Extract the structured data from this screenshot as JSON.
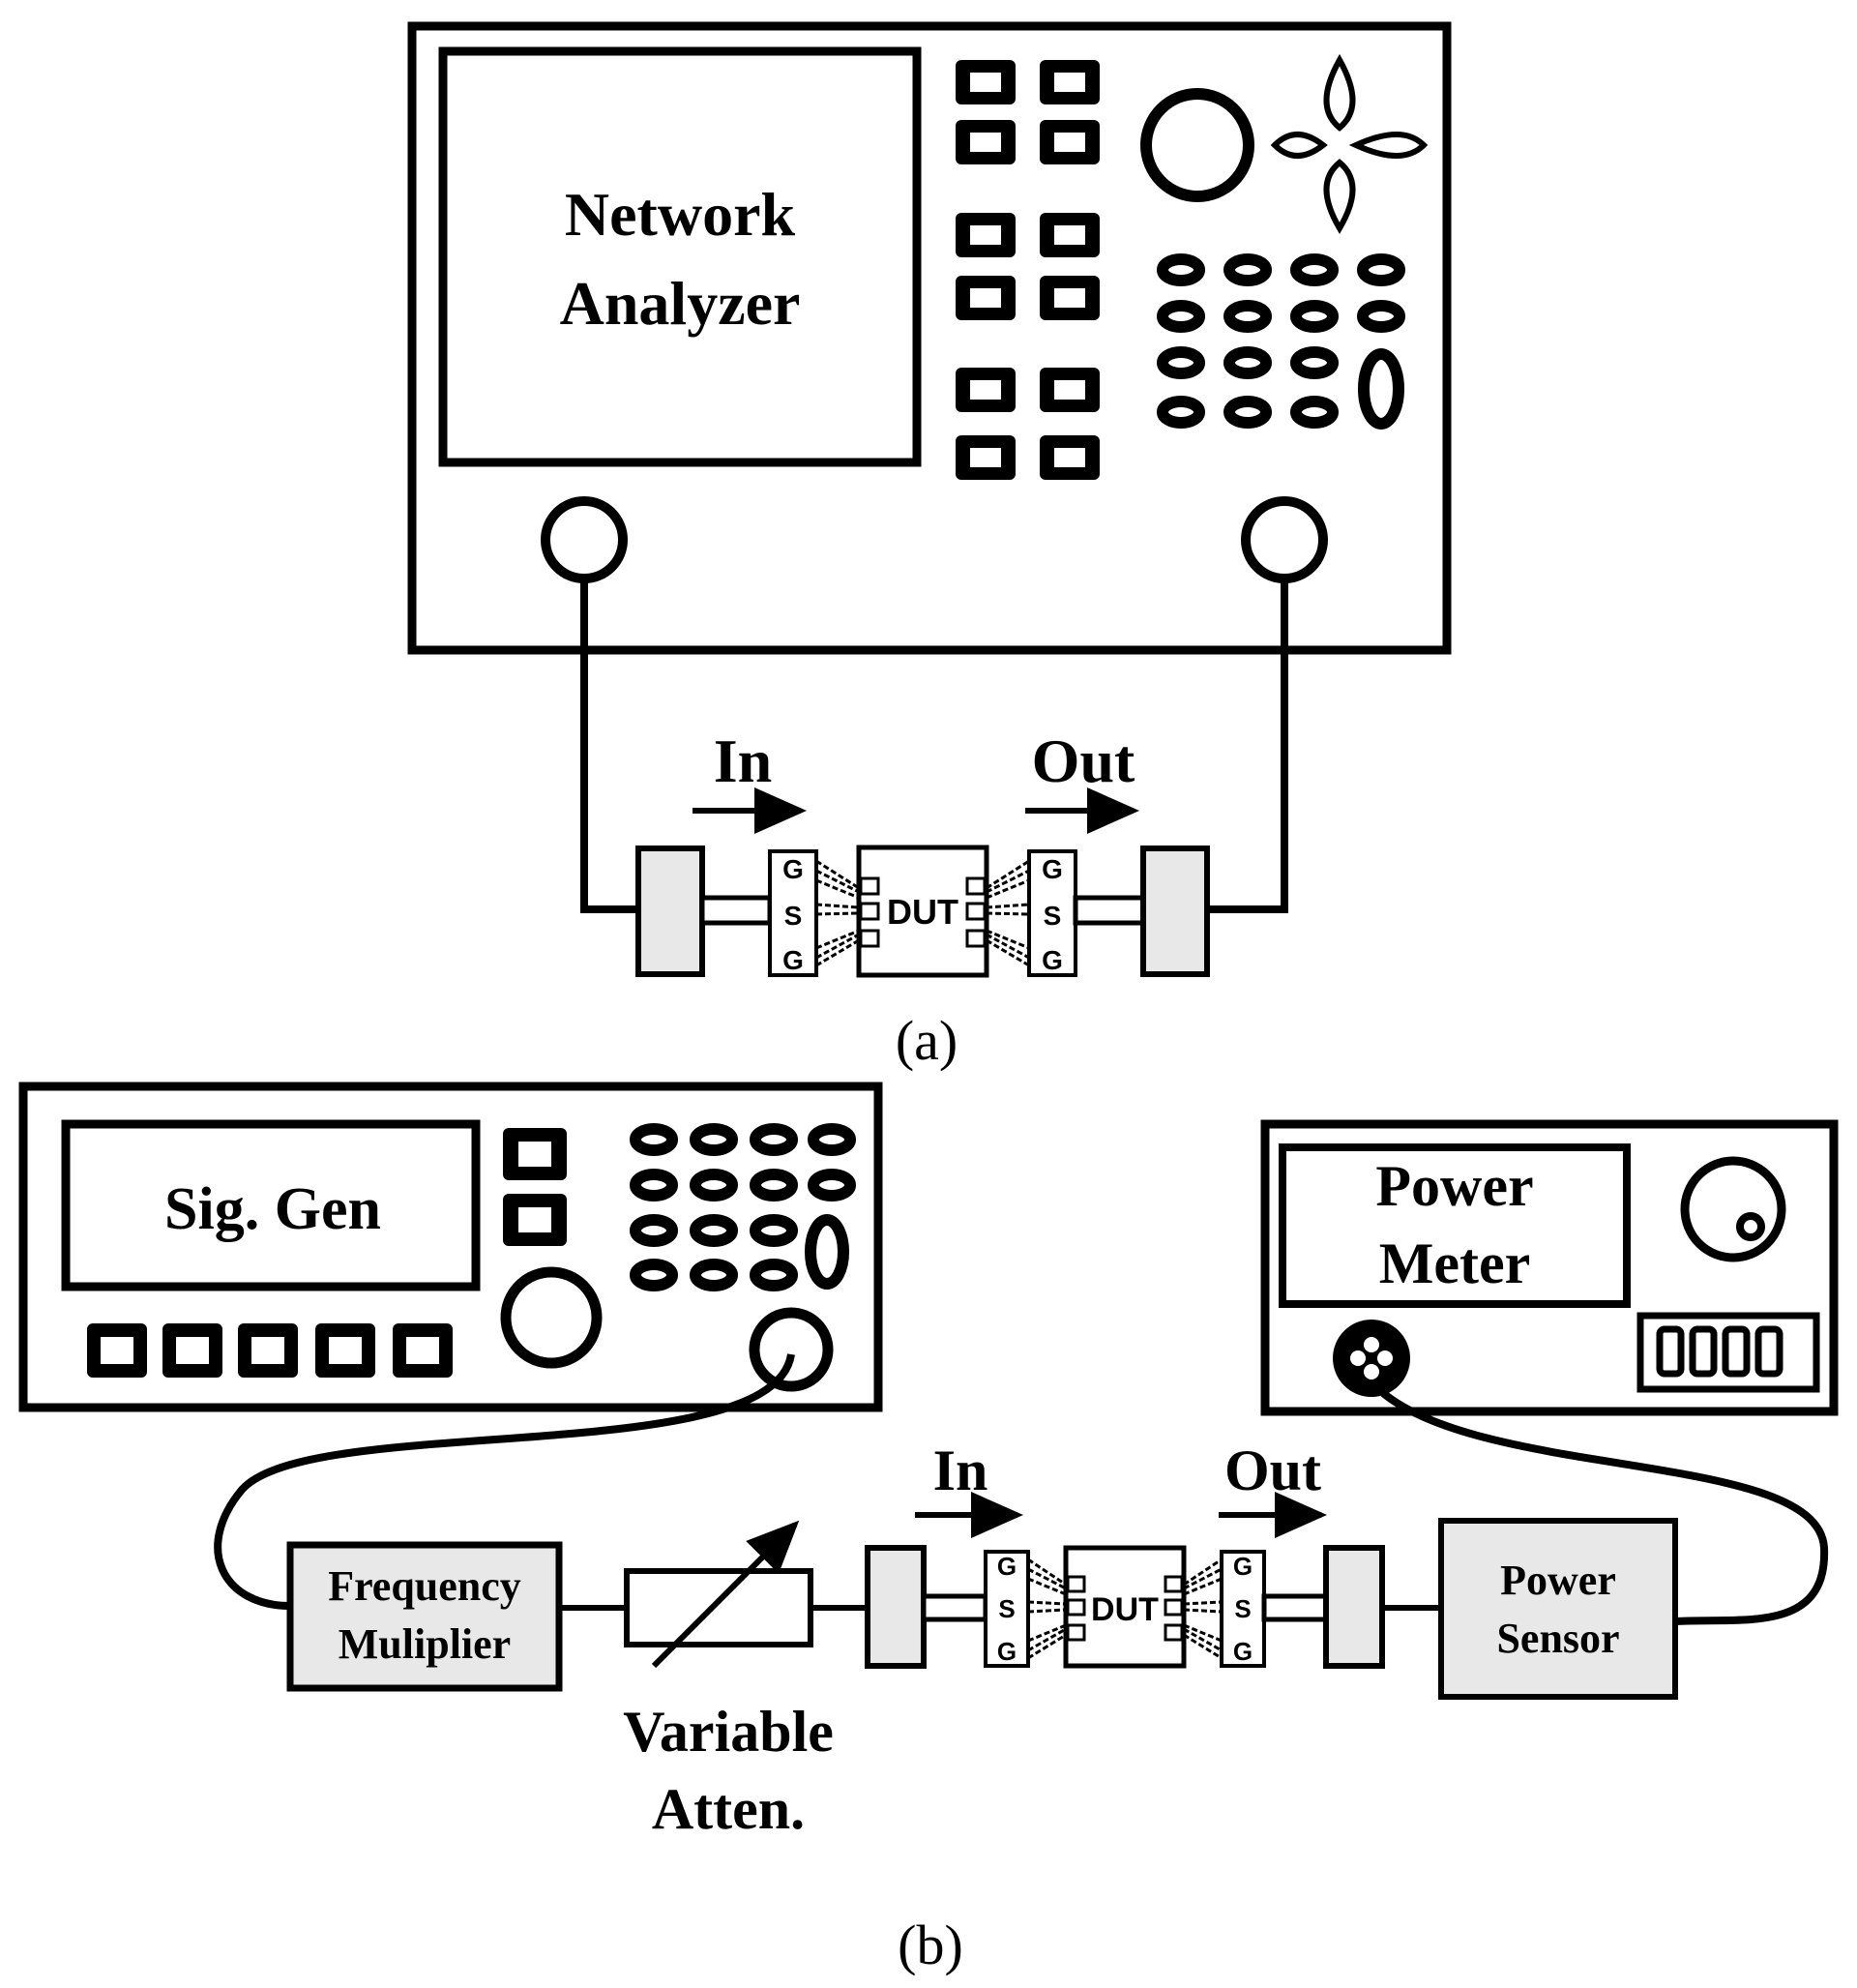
{
  "panel_a": {
    "instrument_label_line1": "Network",
    "instrument_label_line2": "Analyzer",
    "in_label": "In",
    "out_label": "Out",
    "probe_pads": [
      "G",
      "S",
      "G"
    ],
    "dut_label": "DUT",
    "caption": "(a)"
  },
  "panel_b": {
    "sig_gen_label": "Sig. Gen",
    "power_meter_line1": "Power",
    "power_meter_line2": "Meter",
    "freq_mult_line1": "Frequency",
    "freq_mult_line2": "Muliplier",
    "atten_line1": "Variable",
    "atten_line2": "Atten.",
    "in_label": "In",
    "out_label": "Out",
    "probe_pads": [
      "G",
      "S",
      "G"
    ],
    "dut_label": "DUT",
    "power_sensor_line1": "Power",
    "power_sensor_line2": "Sensor",
    "caption": "(b)"
  }
}
